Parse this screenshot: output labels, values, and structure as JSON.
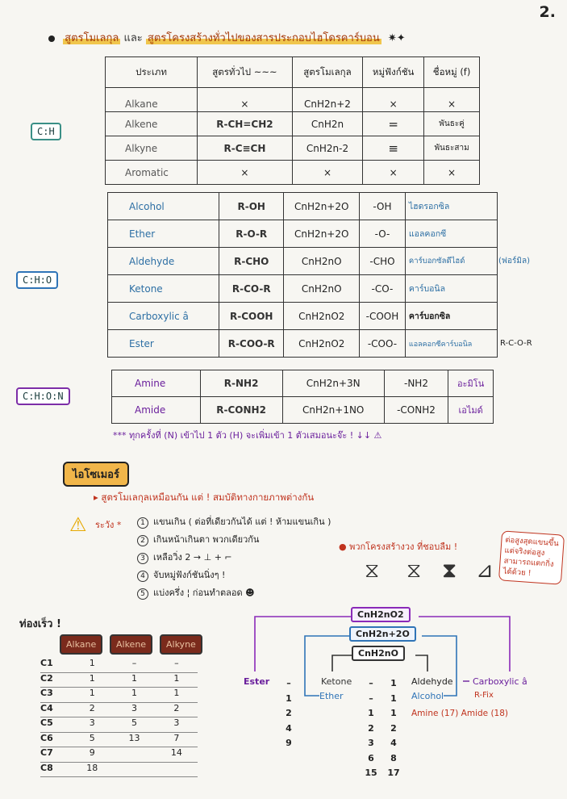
{
  "page_number": "2.",
  "title": {
    "part1": "สูตรโมเลกุล",
    "and": "และ",
    "part2": "สูตรโครงสร้างทั่วไปของสารประกอบไฮโดรคาร์บอน"
  },
  "table1": {
    "headers": [
      "ประเภท",
      "สูตรทั่วไป ~~~",
      "สูตรโมเลกุล",
      "หมู่ฟังก์ชัน",
      "ชื่อหมู่ (f)"
    ],
    "rows": [
      [
        "Alkane",
        "×",
        "CnH2n+2",
        "×",
        "×"
      ],
      [
        "Alkene",
        "R-CH=CH2",
        "CnH2n",
        "=",
        "พันธะคู่"
      ],
      [
        "Alkyne",
        "R-C≡CH",
        "CnH2n-2",
        "≡",
        "พันธะสาม"
      ],
      [
        "Aromatic",
        "×",
        "×",
        "×",
        "×"
      ]
    ]
  },
  "table2": {
    "rows": [
      [
        "Alcohol",
        "R-OH",
        "CnH2n+2O",
        "-OH",
        "ไฮดรอกซิล"
      ],
      [
        "Ether",
        "R-O-R",
        "CnH2n+2O",
        "-O-",
        "แอลคอกซี"
      ],
      [
        "Aldehyde",
        "R-CHO",
        "CnH2nO",
        "-CHO",
        "คาร์บอกซัลดีไฮด์"
      ],
      [
        "Ketone",
        "R-CO-R",
        "CnH2nO",
        "-CO-",
        "คาร์บอนิล"
      ],
      [
        "Carboxylic â",
        "R-COOH",
        "CnH2nO2",
        "-COOH",
        "คาร์บอกซิล"
      ],
      [
        "Ester",
        "R-COO-R",
        "CnH2nO2",
        "-COO-",
        "แอลคอกซีคาร์บอนิล"
      ]
    ],
    "aside_formyl": "(ฟอร์มิล)",
    "aside_ester": "R-C-O-R"
  },
  "table3": {
    "rows": [
      [
        "Amine",
        "R-NH2",
        "CnH2n+3N",
        "-NH2",
        "อะมิโน"
      ],
      [
        "Amide",
        "R-CONH2",
        "CnH2n+1NO",
        "-CONH2",
        "เอไมด์"
      ]
    ]
  },
  "labels": {
    "ch": "C:H",
    "cho": "C:H:O",
    "chon": "C:H:O:N"
  },
  "note": "*** ทุกครั้งที่ (N) เข้าไป 1 ตัว (H) จะเพิ่มเข้า 1 ตัวเสมอนะจ๊ะ ! ↓↓ ⚠",
  "isomer": {
    "title": "ไอโซเมอร์",
    "definition": "▸ สูตรโมเลกุลเหมือนกัน แต่ ! สมบัติทางกายภาพต่างกัน",
    "remember": "ระวัง *",
    "rules": [
      "แขนเกิน ( ต่อที่เดียวกันได้ แต่ ! ห้ามแขนเกิน )",
      "เกินหน้าเกินตา พวกเดียวกัน",
      "เหลือวิ่ง 2 → ⊥ + ⌐",
      "จับหมู่ฟังก์ชันนิ่งๆ !",
      "แบ่งครึ่ง ¦ ก่อนทำตลอด ☻"
    ],
    "shapes_label": "● พวกโครงสร้างวง ที่ชอบลืม !",
    "side_note": "ต่อสูงสุดแขนขึ้น แต่จริงต่อสูง สามารถแตกกิ่ง ได้ด้วย !"
  },
  "quick": {
    "title": "ท่องเร็ว !",
    "chips": [
      "Alkane",
      "Alkene",
      "Alkyne"
    ],
    "rows": [
      [
        "C1",
        "1",
        "–",
        "–"
      ],
      [
        "C2",
        "1",
        "1",
        "1"
      ],
      [
        "C3",
        "1",
        "1",
        "1"
      ],
      [
        "C4",
        "2",
        "3",
        "2"
      ],
      [
        "C5",
        "3",
        "5",
        "3"
      ],
      [
        "C6",
        "5",
        "13",
        "7"
      ],
      [
        "C7",
        "9",
        "",
        "14"
      ],
      [
        "C8",
        "18",
        "",
        ""
      ]
    ]
  },
  "groups": {
    "f1": "CnH2nO2",
    "f2": "CnH2n+2O",
    "f3": "CnH2nO",
    "ester": "Ester",
    "ketone": "Ketone",
    "ether": "Ether",
    "aldehyde": "Aldehyde",
    "alcohol": "Alcohol",
    "carboxylic": "Carboxylic â",
    "rfix": "R-Fix",
    "amine_amide": "Amine (17)  Amide (18)",
    "col_ester": [
      "–",
      "1",
      "2",
      "4",
      "9"
    ],
    "col_ether": [
      "–",
      "–",
      "1",
      "2",
      "3",
      "6",
      "15"
    ],
    "col_ketone": [
      "1",
      "1",
      "1",
      "2",
      "4",
      "8",
      "17"
    ]
  }
}
